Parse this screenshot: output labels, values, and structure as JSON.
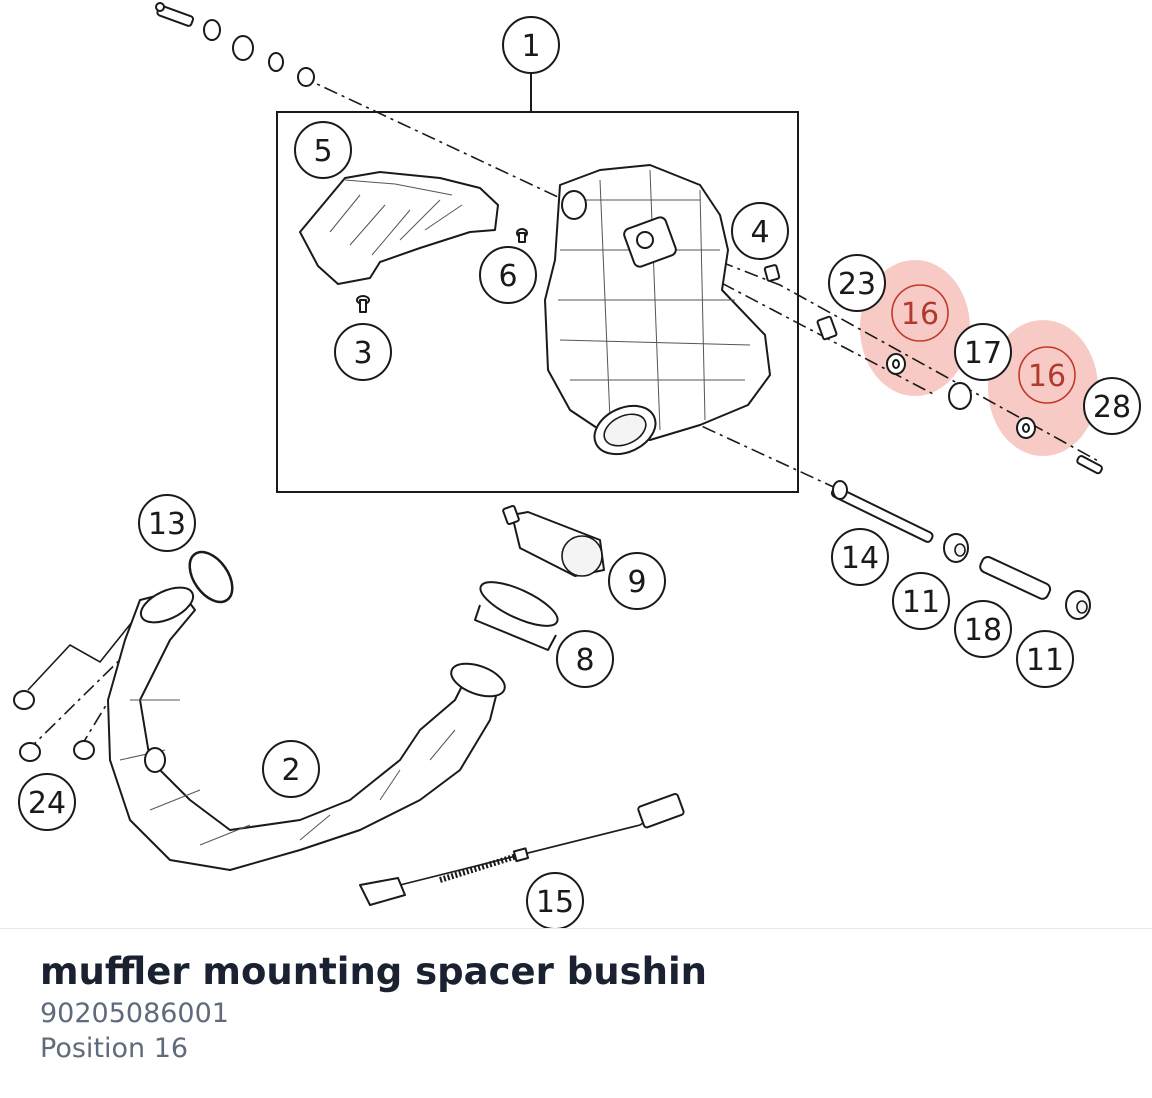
{
  "diagram": {
    "highlight_color": "#f08a80",
    "callouts": [
      {
        "label": "1"
      },
      {
        "label": "2"
      },
      {
        "label": "3"
      },
      {
        "label": "4"
      },
      {
        "label": "5"
      },
      {
        "label": "6"
      },
      {
        "label": "8"
      },
      {
        "label": "9"
      },
      {
        "label": "11"
      },
      {
        "label": "11"
      },
      {
        "label": "13"
      },
      {
        "label": "14"
      },
      {
        "label": "15"
      },
      {
        "label": "16"
      },
      {
        "label": "16"
      },
      {
        "label": "17"
      },
      {
        "label": "18"
      },
      {
        "label": "23"
      },
      {
        "label": "24"
      },
      {
        "label": "28"
      }
    ]
  },
  "part": {
    "name": "muffler mounting spacer bushin",
    "number": "90205086001",
    "position": "Position 16"
  }
}
